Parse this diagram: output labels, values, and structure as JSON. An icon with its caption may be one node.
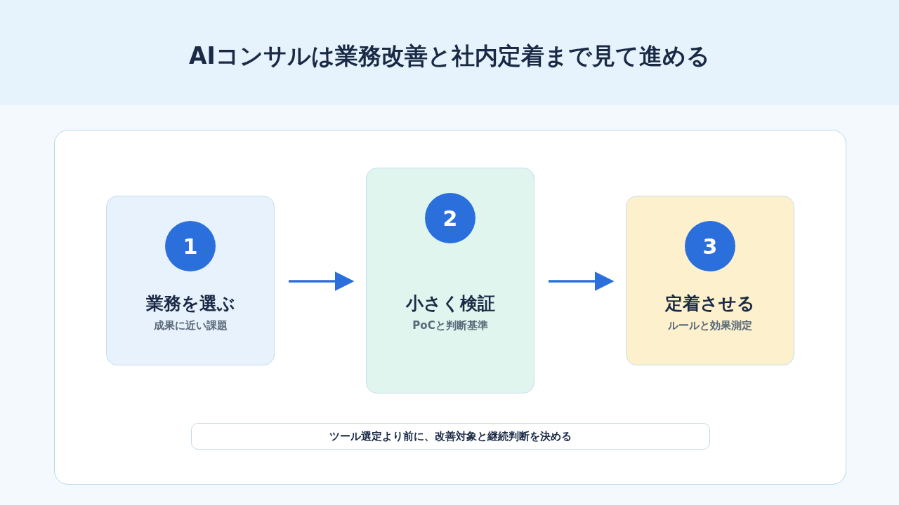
{
  "diagram": {
    "title": "AIコンサルは業務改善と社内定着まで見て進める",
    "nodes": [
      {
        "text": [],
        "shape": "box"
      },
      {
        "text": [
          "業務を選ぶ",
          "成果に近い課題"
        ],
        "in": 0
      },
      {
        "text": [
          "1"
        ],
        "in": 1
      },
      {
        "text": [
          "小さく検証",
          "PoCと判断基準"
        ],
        "in": 0
      },
      {
        "text": [
          "2"
        ],
        "in": 3
      },
      {
        "text": [
          "定着させる",
          "ルールと効果測定"
        ],
        "in": 0
      },
      {
        "text": [
          "3"
        ],
        "in": 5
      },
      {
        "text": [
          "ツール選定より前に、改善対象と継続判断を決める"
        ],
        "in": 0
      }
    ],
    "edges": [
      {
        "from": 1,
        "to": 3,
        "arrow": "to"
      },
      {
        "from": 3,
        "to": 5,
        "arrow": "to"
      }
    ]
  }
}
